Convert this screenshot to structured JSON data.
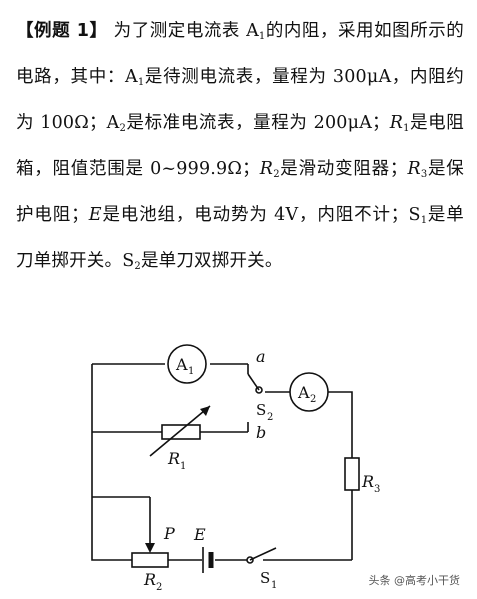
{
  "problem": {
    "tag": "【例题 1】",
    "intro": "为了测定电流表 A",
    "intro_sub": "1",
    "intro_2": "的内阻，采用如图所示的电路，其中：A",
    "a1_sub": "1",
    "a1_desc": "是待测电流表，量程为 300μA，内阻约为 100Ω；A",
    "a2_sub": "2",
    "a2_desc": "是标准电流表，量程为 200μA；",
    "r1_var": "R",
    "r1_sub": "1",
    "r1_desc": "是电阻箱，阻值范围是 0~999.9Ω；",
    "r2_var": "R",
    "r2_sub": "2",
    "r2_desc": "是滑动变阻器；",
    "r3_var": "R",
    "r3_sub": "3",
    "r3_desc": "是保护电阻；",
    "e_var": "E",
    "e_desc": "是电池组，电动势为 4V，内阻不计；S",
    "s1_sub": "1",
    "s1_desc": "是单刀单掷开关。S",
    "s2_sub": "2",
    "s2_desc": "是单刀双掷开关。"
  },
  "circuit": {
    "a1_letter": "A",
    "a1_sub": "1",
    "a2_letter": "A",
    "a2_sub": "2",
    "s2_label": "S",
    "s2_sub": "2",
    "contact_a": "a",
    "contact_b": "b",
    "r1_label": "R",
    "r1_sub": "1",
    "r2_label": "R",
    "r2_sub": "2",
    "r3_label": "R",
    "r3_sub": "3",
    "p_label": "P",
    "e_label": "E",
    "s1_label": "S",
    "s1_sub": "1"
  },
  "watermark": "头条 @高考小干货"
}
